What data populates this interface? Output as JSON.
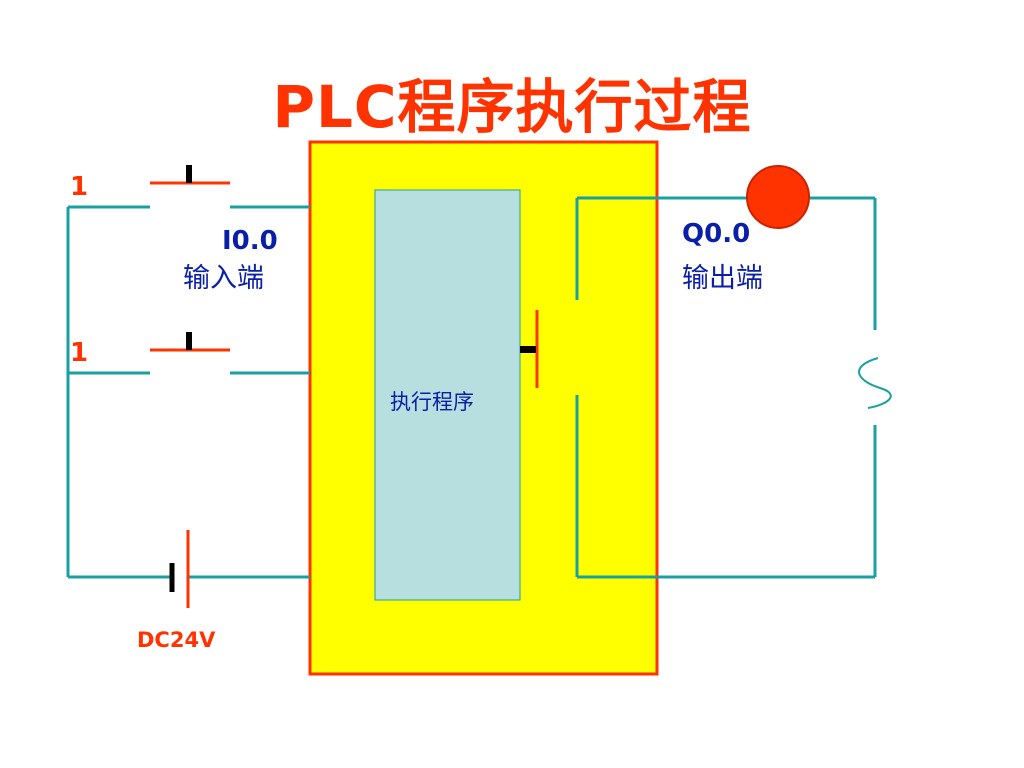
{
  "title": "PLC程序执行过程",
  "inputs": [
    {
      "label": "1"
    },
    {
      "label": "1"
    }
  ],
  "input_terminal": {
    "address": "I0.0",
    "caption": "输入端"
  },
  "output_terminal": {
    "address": "Q0.0",
    "caption": "输出端"
  },
  "program_block": {
    "label": "执行程序"
  },
  "power_supply": {
    "label": "DC24V"
  },
  "colors": {
    "wire": "#1aa0a0",
    "plc_fill": "#ffff00",
    "plc_border": "#ff3300",
    "program_fill": "#b8dfe0",
    "lamp": "#ff3300",
    "text_blue": "#0a1fa8",
    "text_red": "#ff3300"
  }
}
